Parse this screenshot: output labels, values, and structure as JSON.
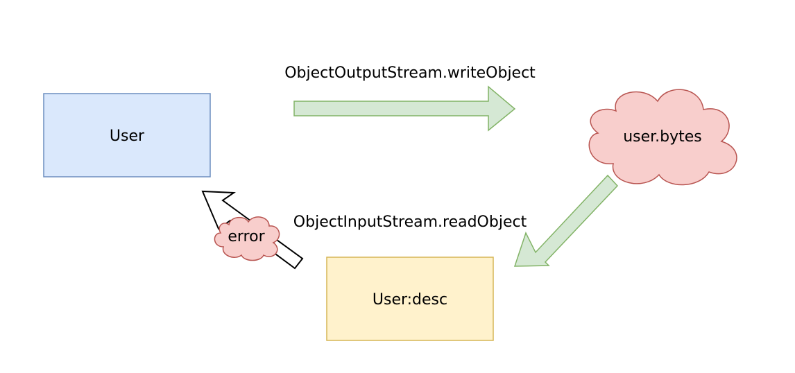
{
  "nodes": {
    "user": {
      "label": "User",
      "fill": "#dae8fc",
      "stroke": "#6c8ebf"
    },
    "user_bytes": {
      "label": "user.bytes",
      "fill": "#f8cecc",
      "stroke": "#b85450"
    },
    "user_desc": {
      "label": "User:desc",
      "fill": "#fff2cc",
      "stroke": "#d6b656"
    },
    "error": {
      "label": "error",
      "fill": "#f8cecc",
      "stroke": "#b85450"
    }
  },
  "edges": {
    "write": {
      "label": "ObjectOutputStream.writeObject",
      "fill": "#d5e8d4",
      "stroke": "#82b366"
    },
    "read": {
      "label": "ObjectInputStream.readObject",
      "fill": "#d5e8d4",
      "stroke": "#82b366"
    },
    "back": {
      "fill": "#ffffff",
      "stroke": "#000000"
    }
  }
}
